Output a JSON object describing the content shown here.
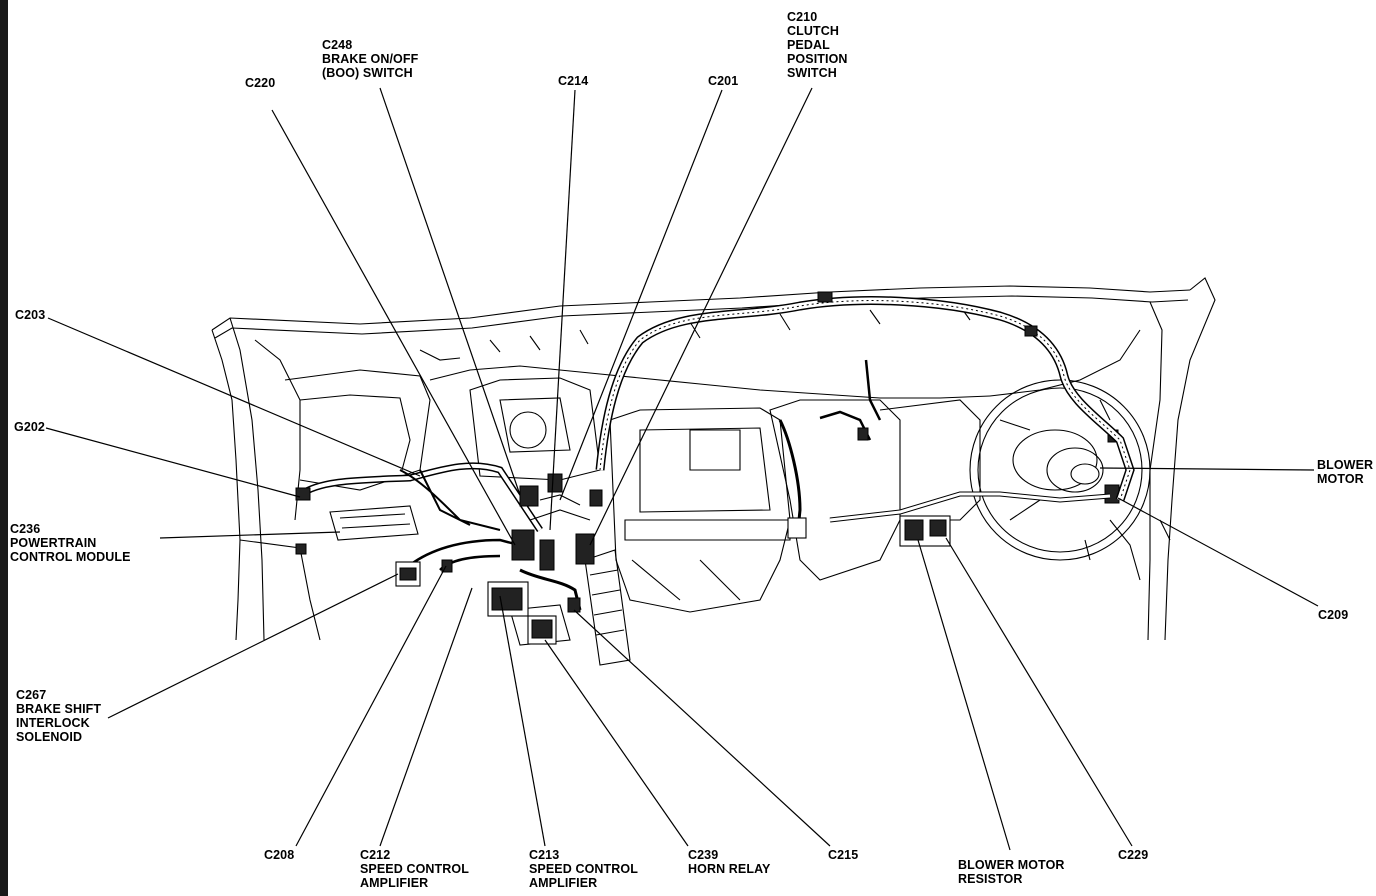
{
  "callouts": [
    {
      "id": "c248",
      "text": "C248\nBRAKE ON/OFF\n(BOO) SWITCH"
    },
    {
      "id": "c220",
      "text": "C220"
    },
    {
      "id": "c214",
      "text": "C214"
    },
    {
      "id": "c201",
      "text": "C201"
    },
    {
      "id": "c210",
      "text": "C210\nCLUTCH\nPEDAL\nPOSITION\nSWITCH"
    },
    {
      "id": "c203",
      "text": "C203"
    },
    {
      "id": "g202",
      "text": "G202"
    },
    {
      "id": "c236",
      "text": "C236\nPOWERTRAIN\nCONTROL MODULE"
    },
    {
      "id": "c267",
      "text": "C267\nBRAKE SHIFT\nINTERLOCK\nSOLENOID"
    },
    {
      "id": "blower-motor",
      "text": "BLOWER\nMOTOR"
    },
    {
      "id": "c209",
      "text": "C209"
    },
    {
      "id": "c208",
      "text": "C208"
    },
    {
      "id": "c212",
      "text": "C212\nSPEED CONTROL\nAMPLIFIER"
    },
    {
      "id": "c213",
      "text": "C213\nSPEED CONTROL\nAMPLIFIER"
    },
    {
      "id": "c239",
      "text": "C239\nHORN RELAY"
    },
    {
      "id": "c215",
      "text": "C215"
    },
    {
      "id": "blower-motor-resistor",
      "text": "BLOWER MOTOR\nRESISTOR"
    },
    {
      "id": "c229",
      "text": "C229"
    }
  ]
}
